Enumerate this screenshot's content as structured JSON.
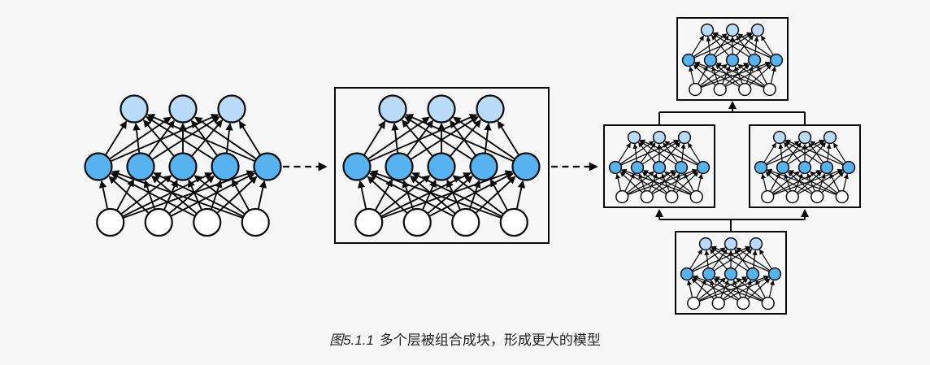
{
  "page": {
    "background_color": "#f7f7f7"
  },
  "palette": {
    "output_node_fill": "#b9daf8",
    "hidden_node_fill": "#57b2f0",
    "input_node_fill": "#ffffff",
    "line_color": "#0b0b0b",
    "caption_color": "#222222"
  },
  "network_template": {
    "connectivity": "fully-connected",
    "arrow_direction": "upward",
    "layers": [
      {
        "role": "output",
        "nodes": 3,
        "fill_key": "output_node_fill"
      },
      {
        "role": "hidden",
        "nodes": 5,
        "fill_key": "hidden_node_fill"
      },
      {
        "role": "input",
        "nodes": 4,
        "fill_key": "input_node_fill"
      }
    ]
  },
  "figures": {
    "networks": [
      "standalone-network",
      "boxed-network",
      "block-top",
      "block-middle-left",
      "block-middle-right",
      "block-bottom"
    ],
    "dashed_arrows": [
      {
        "from": "standalone-network",
        "to": "boxed-network"
      },
      {
        "from": "boxed-network",
        "to": "block-middle-left"
      }
    ],
    "solid_arrows": [
      {
        "from": "block-bottom",
        "to": "block-middle-left"
      },
      {
        "from": "block-bottom",
        "to": "block-middle-right"
      },
      {
        "from": "block-middle-left",
        "to": "block-top"
      },
      {
        "from": "block-middle-right",
        "to": "block-top"
      }
    ]
  },
  "caption": {
    "figure_label": "图5.1.1",
    "text": "多个层被组合成块，形成更大的模型"
  }
}
